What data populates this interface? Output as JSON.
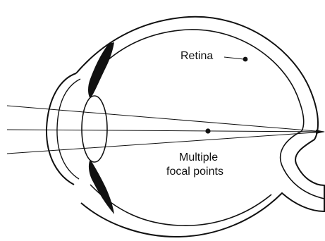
{
  "labels": {
    "retina": "Retina",
    "focal_line1": "Multiple",
    "focal_line2": "focal points"
  },
  "colors": {
    "ink": "#111111",
    "background": "#ffffff"
  }
}
